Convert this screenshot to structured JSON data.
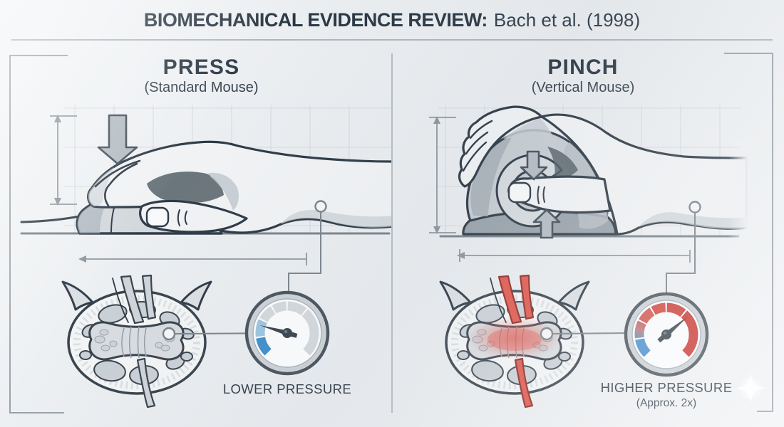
{
  "title": {
    "emphasis": "BIOMECHANICAL EVIDENCE REVIEW:",
    "citation": "Bach et al. (1998)"
  },
  "panels": {
    "press": {
      "heading": "PRESS",
      "subheading": "(Standard Mouse)",
      "illustration": "hand resting flat on standard mouse, downward force arrow",
      "gauge": {
        "label": "LOWER PRESSURE",
        "reading": "low",
        "accent": "#3f8ecb"
      }
    },
    "pinch": {
      "heading": "PINCH",
      "subheading": "(Vertical Mouse)",
      "illustration": "hand squeezing vertical mouse, opposing pinch arrows",
      "gauge": {
        "label": "HIGHER PRESSURE",
        "note": "(Approx. 2x)",
        "reading": "high",
        "accent": "#cc3e38"
      }
    }
  },
  "icons": {
    "press_force": "down-arrow-icon",
    "pinch_force": "opposing-arrows-icon",
    "measurement": "dimension-arrow-icon",
    "anatomy": "carpal-tunnel-cross-section",
    "meter": "pressure-gauge-icon",
    "decoration": "sparkle-icon"
  },
  "colors": {
    "background": "#edeff2",
    "ink": "#2e3a46",
    "line_soft": "#8d969e",
    "grid": "#c9d4dc",
    "hand_fill": "#f0f2f4",
    "shade_fill": "#c9d0d6",
    "mouse_fill": "#d3d8dc",
    "arrow_fill": "#b3bbc2",
    "gauge_gray": "#d3d8dc",
    "blue": "#3f8ecb",
    "blue_light": "#9ec4e0",
    "red": "#cc3e38",
    "tendon_red": "#e0574d",
    "needle": "#39434d",
    "text_dark": "#2c3844"
  }
}
